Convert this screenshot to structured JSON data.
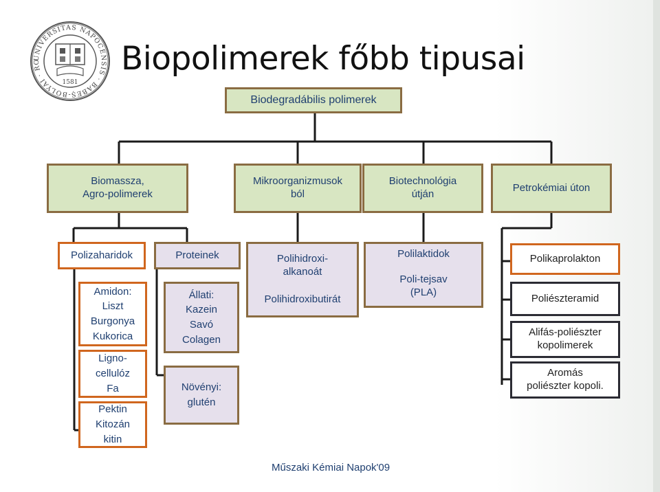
{
  "title": "Biopolimerek főbb tipusai",
  "root": "Biodegradábilis polimerek",
  "level2": [
    "Biomassza,\nAgro-polimerek",
    "Mikroorganizmusok\nból",
    "Biotechnológia\nútján",
    "Petrokémiai úton"
  ],
  "col1": {
    "head": "Polizaharidok",
    "items": [
      "Amidon:\nLiszt\nBurgonya\nKukorica",
      "Ligno-\ncellulóz\nFa",
      "Pektin\nKitozán\nkitin"
    ]
  },
  "col2": {
    "head": "Proteinek",
    "items": [
      "Állati:\nKazein\nSavó\nColagen",
      "Növényi:\nglutén"
    ]
  },
  "col3": {
    "head": "Polihidroxi-\nalkanoát",
    "item": "Polihidroxibutirát"
  },
  "col4": {
    "head": "Polilaktidok",
    "item": "Poli-tejsav\n(PLA)"
  },
  "col5": {
    "items": [
      "Polikaprolakton",
      "Poliészteramid",
      "Alifás-poliészter\nkopolimerek",
      "Aromás\npoliészter kopoli."
    ]
  },
  "footer": "Műszaki Kémiai Napok'09",
  "seal": {
    "ring_text": "UNIVERSITAS NAPOCENSIS · BABEȘ-BOLYAI · ROMÂNIA",
    "year": "1581"
  },
  "colors": {
    "green_fill": "#d8e6c2",
    "purple_fill": "#e6e0ec",
    "orange_border": "#d0661e",
    "text_blue": "#1f3f70"
  }
}
